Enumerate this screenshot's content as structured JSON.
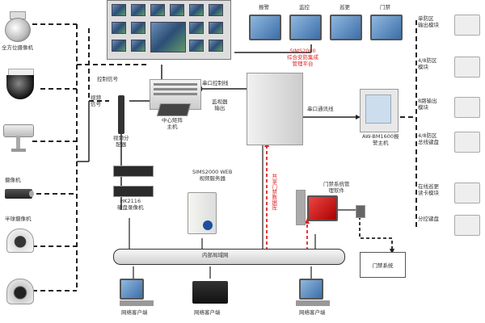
{
  "cameras": {
    "ptz": "全方位摄像机",
    "bullet": "摄像机",
    "dome": "半球摄像机"
  },
  "signals": {
    "control": "控制信号",
    "video": "视频\n信号",
    "splitter": "视频分\n配器",
    "serial_control": "串口控制线",
    "monitor_output": "监视器\n输出",
    "serial_comm": "串口通讯线"
  },
  "devices": {
    "matrix": "中心矩阵\n主机",
    "dvr": "HK2116\n硬盘录像机",
    "web_server": "SIMS2000 WEB\n视频服务器",
    "platform": "SIMS2000\n综合安防集成\n管理平台",
    "alarm_host": "AW-BM1600报\n警主机",
    "access_software": "门禁系统管\n理软件",
    "access_system": "门禁系统",
    "lan": "内部局域网",
    "db_label": "共享门禁数据库"
  },
  "monitor_labels": [
    "报警",
    "监控",
    "巡更",
    "门禁"
  ],
  "clients": [
    "网络客户端",
    "网络客户端",
    "网络客户端"
  ],
  "right_modules": [
    "单防区\n输出模块",
    "4/8防区\n模块",
    "8路输出\n模块",
    "4/8防区\n总线键盘",
    "在线巡更\n读卡模块",
    "分控键盘"
  ]
}
